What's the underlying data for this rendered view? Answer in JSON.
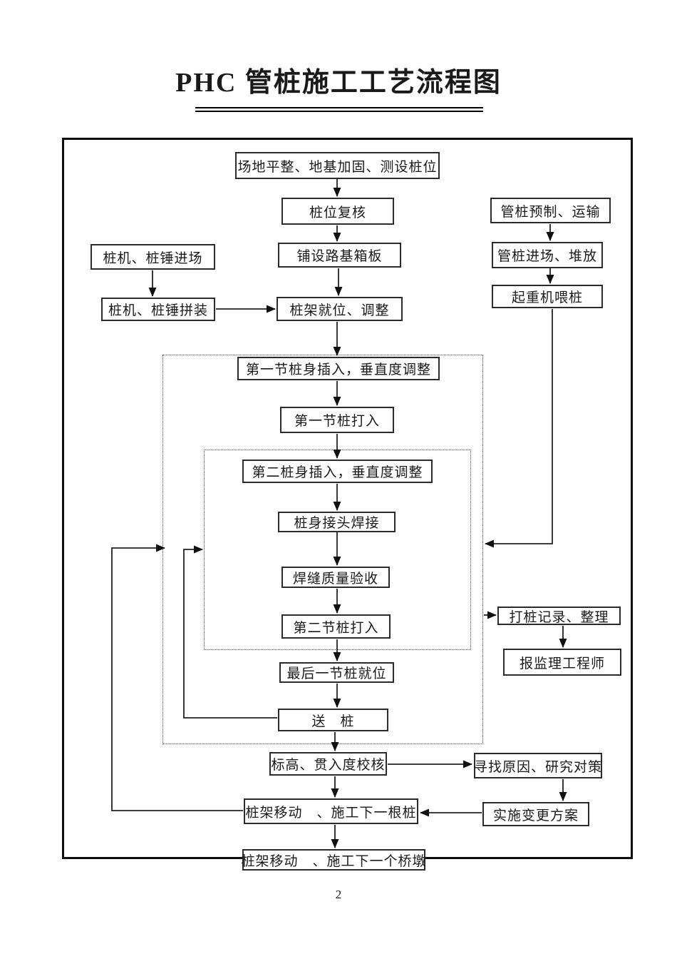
{
  "header": {
    "title": "PHC 管桩施工工艺流程图"
  },
  "footer": {
    "page_number": "2"
  },
  "nodes": {
    "site_prep": "场地平整、地基加固、测设桩位",
    "pile_position_recheck": "桩位复核",
    "pipe_pile_precast": "管桩预制、运输",
    "rig_hammer_enter": "桩机、桩锤进场",
    "lay_roadbed_boxes": "铺设路基箱板",
    "pile_enter_stack": "管桩进场、堆放",
    "rig_hammer_assemble": "桩机、桩锤拼装",
    "rig_position_adjust": "桩架就位、调整",
    "crane_feed_pile": "起重机喂桩",
    "first_section_insert": "第一节桩身插入，垂直度调整",
    "first_section_drive": "第一节桩打入",
    "second_section_insert": "第二桩身插入，垂直度调整",
    "pile_joint_weld": "桩身接头焊接",
    "weld_quality_check": "焊缝质量验收",
    "second_section_drive": "第二节桩打入",
    "driving_record": "打桩记录、整理",
    "report_supervisor": "报监理工程师",
    "last_section_position": "最后一节桩就位",
    "send_pile": "送　桩",
    "elevation_penetration_check": "标高、贯入度校核",
    "find_cause": "寻找原因、研究对策",
    "move_rig_next_pile": "桩架移动　、施工下一根桩",
    "implement_change_plan": "实施变更方案",
    "move_rig_next_pier": "桩架移动　、施工下一个桥墩"
  },
  "edges": [
    {
      "from": "site_prep",
      "to": "pile_position_recheck"
    },
    {
      "from": "pile_position_recheck",
      "to": "lay_roadbed_boxes"
    },
    {
      "from": "lay_roadbed_boxes",
      "to": "rig_position_adjust"
    },
    {
      "from": "rig_hammer_enter",
      "to": "rig_hammer_assemble"
    },
    {
      "from": "rig_hammer_assemble",
      "to": "rig_position_adjust"
    },
    {
      "from": "pipe_pile_precast",
      "to": "pile_enter_stack"
    },
    {
      "from": "pile_enter_stack",
      "to": "crane_feed_pile"
    },
    {
      "from": "crane_feed_pile",
      "to": "second_section_cycle"
    },
    {
      "from": "rig_position_adjust",
      "to": "first_section_insert"
    },
    {
      "from": "first_section_insert",
      "to": "first_section_drive"
    },
    {
      "from": "first_section_drive",
      "to": "second_section_insert"
    },
    {
      "from": "second_section_insert",
      "to": "pile_joint_weld"
    },
    {
      "from": "pile_joint_weld",
      "to": "weld_quality_check"
    },
    {
      "from": "weld_quality_check",
      "to": "second_section_drive"
    },
    {
      "from": "second_section_drive",
      "to": "last_section_position"
    },
    {
      "from": "driving_cycle",
      "to": "driving_record"
    },
    {
      "from": "driving_record",
      "to": "report_supervisor"
    },
    {
      "from": "last_section_position",
      "to": "send_pile"
    },
    {
      "from": "send_pile",
      "to": "second_section_insert"
    },
    {
      "from": "send_pile",
      "to": "elevation_penetration_check"
    },
    {
      "from": "elevation_penetration_check",
      "to": "find_cause"
    },
    {
      "from": "find_cause",
      "to": "implement_change_plan"
    },
    {
      "from": "implement_change_plan",
      "to": "move_rig_next_pile"
    },
    {
      "from": "elevation_penetration_check",
      "to": "move_rig_next_pile"
    },
    {
      "from": "move_rig_next_pile",
      "to": "first_section_insert"
    },
    {
      "from": "move_rig_next_pile",
      "to": "move_rig_next_pier"
    }
  ]
}
